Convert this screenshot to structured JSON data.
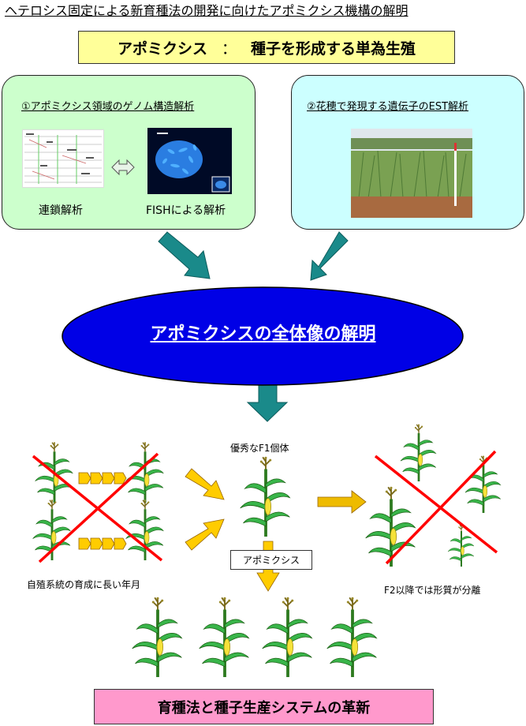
{
  "title": "ヘテロシス固定による新育種法の開発に向けたアポミクシス機構の解明",
  "definition": {
    "term": "アポミクシス",
    "separator": "：",
    "meaning": "種子を形成する単為生殖"
  },
  "left_panel": {
    "heading": "①アポミクシス領域のゲノム構造解析",
    "caption_linkage": "連鎖解析",
    "caption_fish": "FISHによる解析"
  },
  "right_panel": {
    "heading": "②花穂で発現する遺伝子のEST解析"
  },
  "center_goal": "アポミクシスの全体像の解明",
  "breeding": {
    "f1_label": "優秀なF1個体",
    "left_label": "自殖系統の育成に長い年月",
    "right_label": "F2以降では形質が分離",
    "apomixis_box": "アポミクシス"
  },
  "result": "育種法と種子生産システムの革新",
  "colors": {
    "yellow_box": "#ffff99",
    "green_panel": "#ccffcc",
    "cyan_panel": "#ccffff",
    "ellipse_fill": "#0000e6",
    "arrow_teal": "#1a8a8a",
    "arrow_yellow": "#ffcc00",
    "cross_red": "#ff0000",
    "result_box": "#ff99cc"
  }
}
